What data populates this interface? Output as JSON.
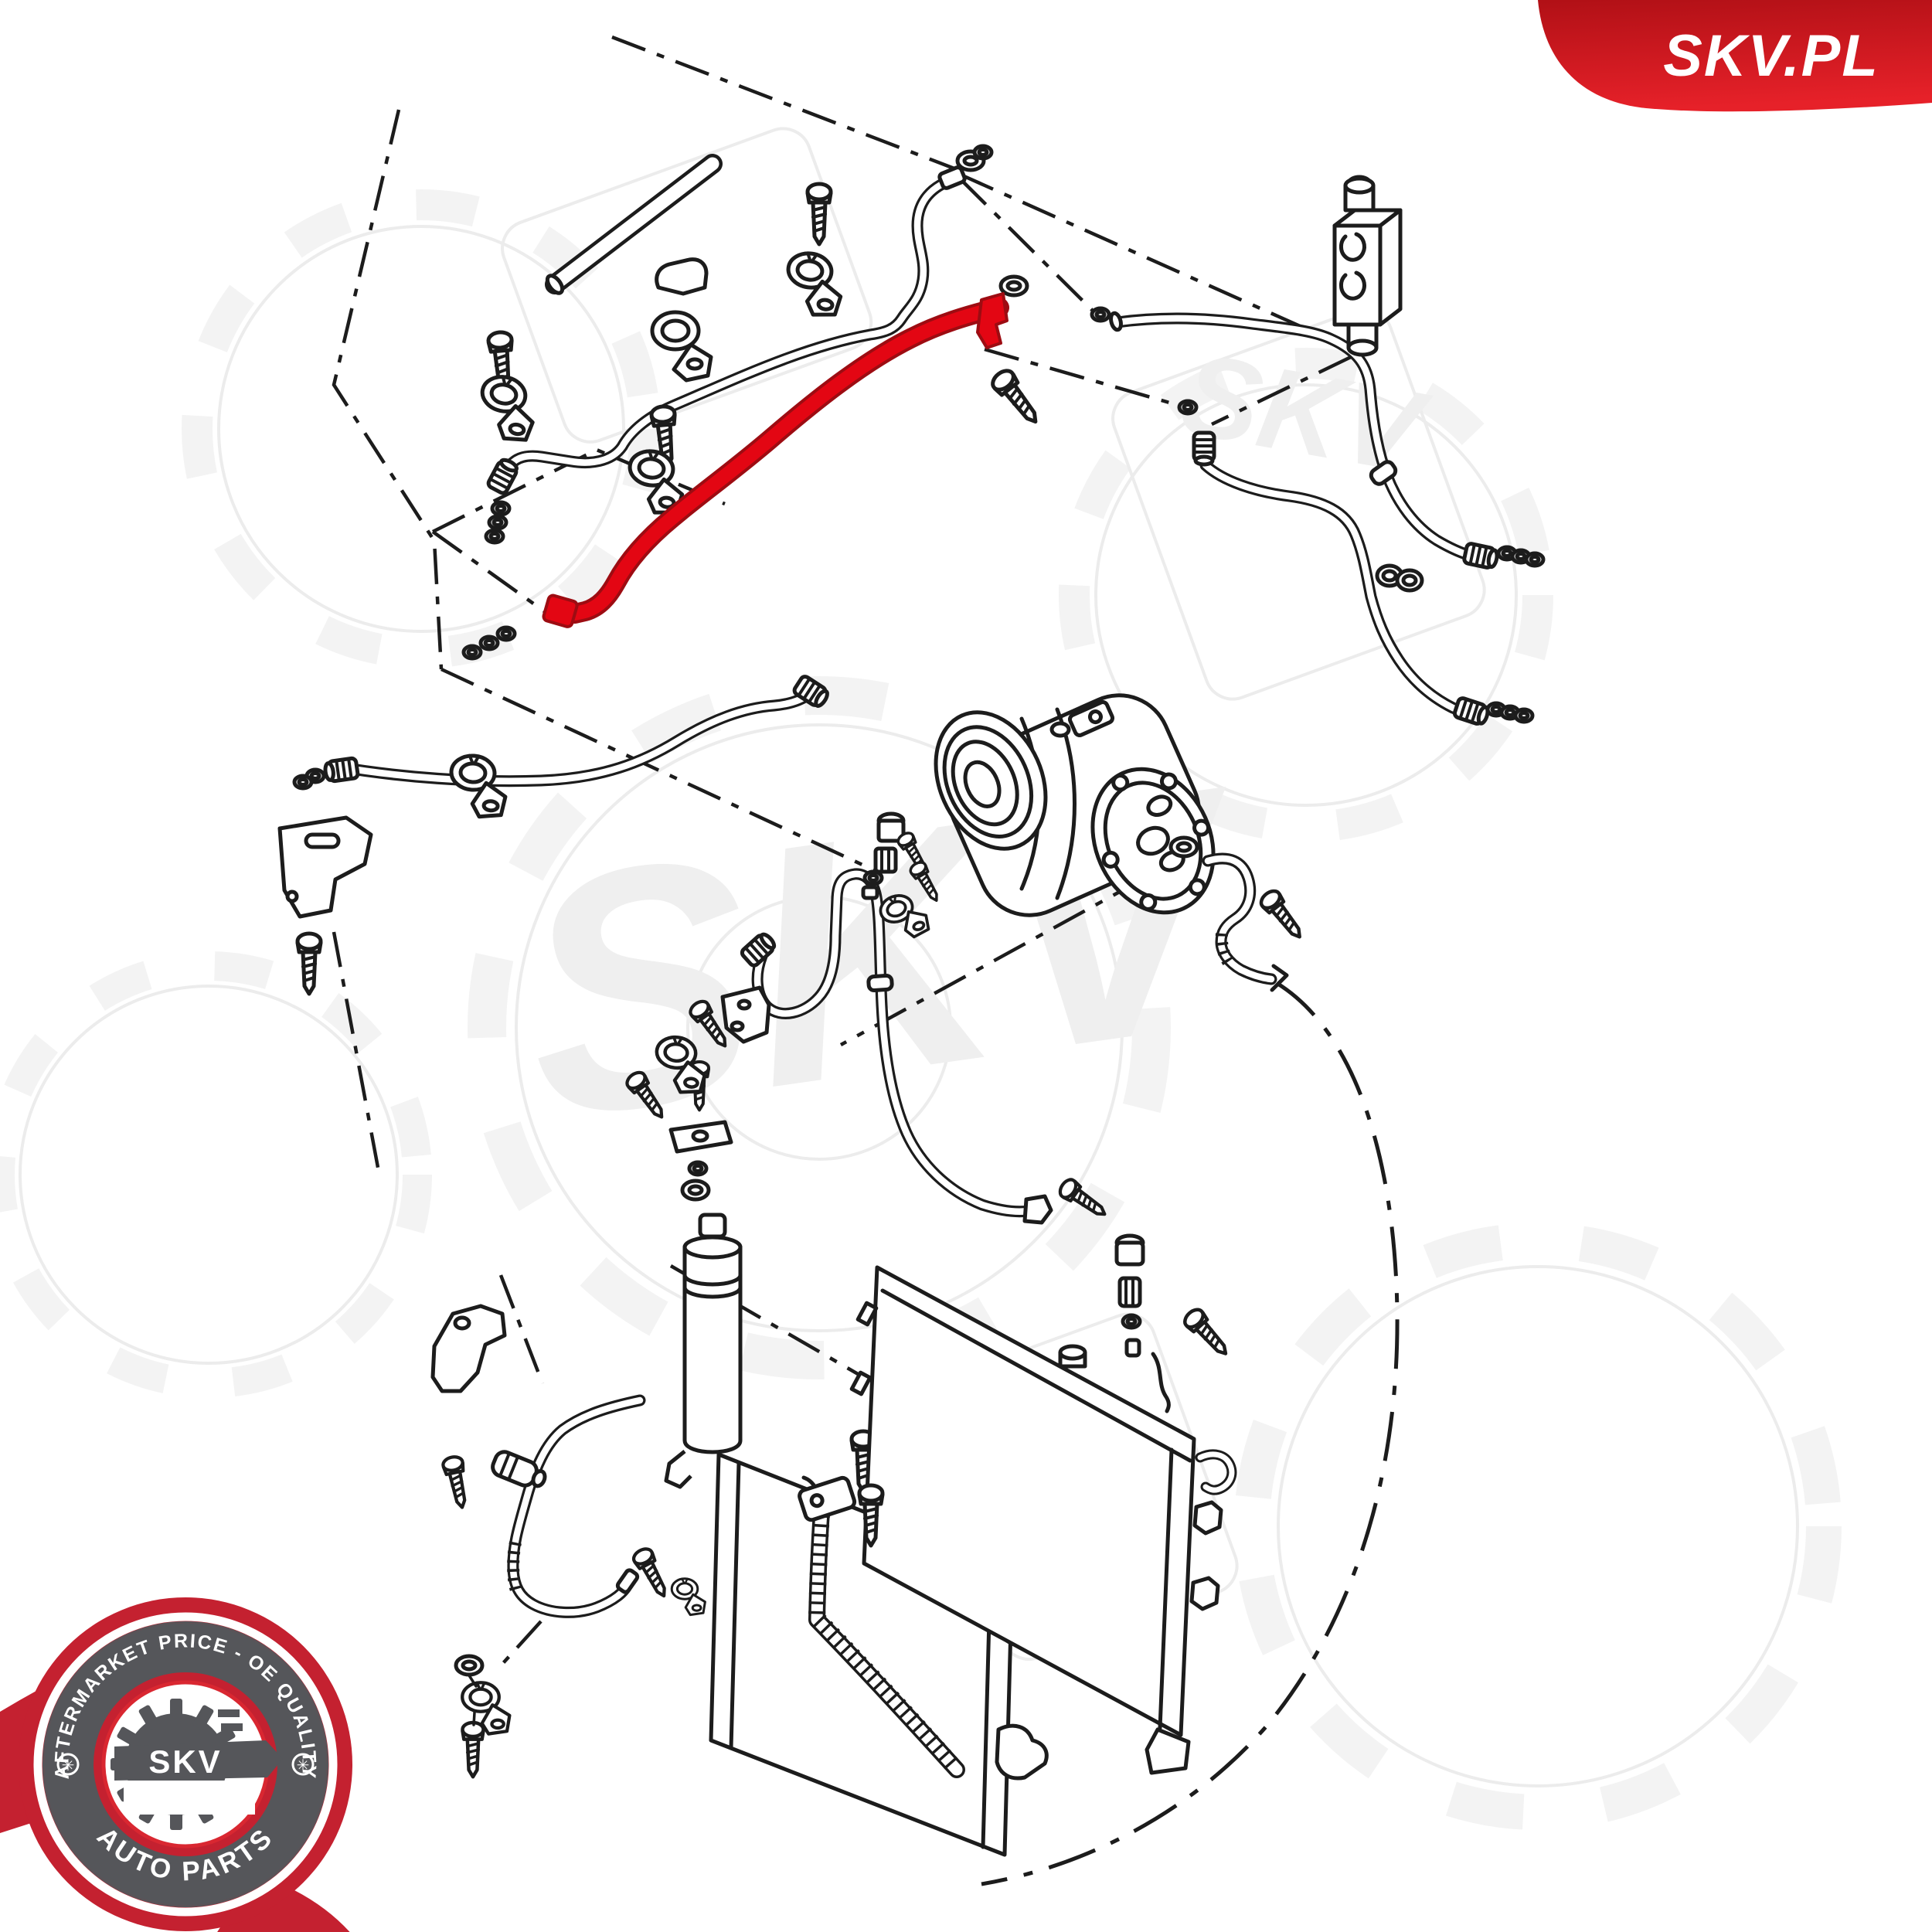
{
  "banner": {
    "label": "SKV.PL"
  },
  "logo": {
    "arc_top": "AFTERMARKET PRICE - OE QUALITY",
    "arc_bottom": "AUTO PARTS",
    "gear_label": "SKV",
    "separator_glyph": "✳"
  },
  "watermark": {
    "text_large": "SKV",
    "text_small": "SKV"
  },
  "colors": {
    "line_black": "#1c1c1c",
    "highlight_red": "#e30613",
    "highlight_red_dark": "#9d0c12",
    "banner_red_top": "#b11016",
    "banner_red_bottom": "#e62129",
    "logo_red": "#c42130",
    "logo_gray": "#55565a",
    "logo_inner_ring_red": "#d92731",
    "watermark_gray": "#ececec"
  }
}
